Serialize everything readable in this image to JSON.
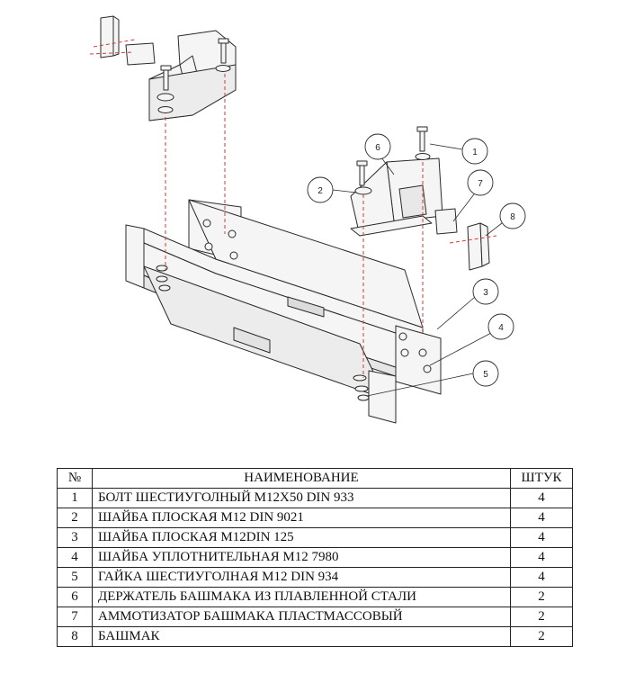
{
  "callouts": [
    "1",
    "2",
    "3",
    "4",
    "5",
    "6",
    "7",
    "8"
  ],
  "table": {
    "headers": {
      "num": "№",
      "name": "НАИМЕНОВАНИЕ",
      "qty": "ШТУК"
    },
    "rows": [
      {
        "num": "1",
        "name": "БОЛТ ШЕСТИУГОЛНЫЙ  М12Х50 DIN 933",
        "qty": "4"
      },
      {
        "num": "2",
        "name": "ШАЙБА ПЛОСКАЯ М12 DIN 9021",
        "qty": "4"
      },
      {
        "num": "3",
        "name": "ШАЙБА ПЛОСКАЯ М12DIN 125",
        "qty": "4"
      },
      {
        "num": "4",
        "name": "ШАЙБА УПЛОТНИТЕЛЬНАЯ  М12 7980",
        "qty": "4"
      },
      {
        "num": "5",
        "name": "ГАЙКА ШЕСТИУГОЛНАЯ М12 DIN 934",
        "qty": "4"
      },
      {
        "num": "6",
        "name": "ДЕРЖАТЕЛЬ БАШМАКА ИЗ ПЛАВЛЕННОЙ СТАЛИ",
        "qty": "2"
      },
      {
        "num": "7",
        "name": "АММОТИЗАТОР БАШМАКА ПЛАСТМАССОВЫЙ",
        "qty": "2"
      },
      {
        "num": "8",
        "name": "БАШМАК",
        "qty": "2"
      }
    ]
  },
  "colors": {
    "line": "#2a2a2a",
    "hidden_line": "#d23b3b",
    "fill": "#f4f4f4"
  }
}
